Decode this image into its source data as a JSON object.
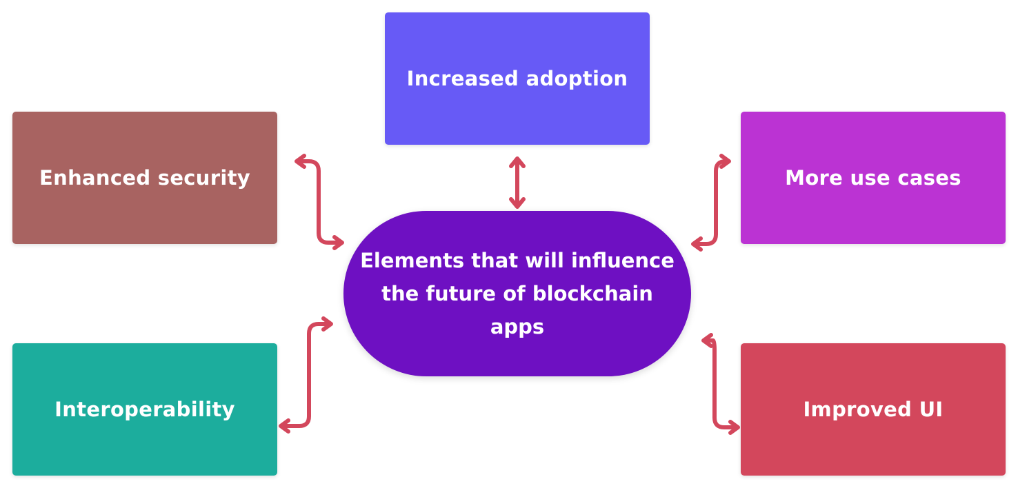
{
  "center": {
    "label": "Elements that will influence the future of blockchain apps",
    "color": "#6e10c2"
  },
  "nodes": {
    "adoption": {
      "label": "Increased adoption",
      "color": "#675af6"
    },
    "security": {
      "label": "Enhanced security",
      "color": "#a86361"
    },
    "use_cases": {
      "label": "More use cases",
      "color": "#bb33d3"
    },
    "interoperability": {
      "label": "Interoperability",
      "color": "#1cad9d"
    },
    "ui": {
      "label": "Improved UI",
      "color": "#d3475c"
    }
  },
  "connector_color": "#d3475c"
}
